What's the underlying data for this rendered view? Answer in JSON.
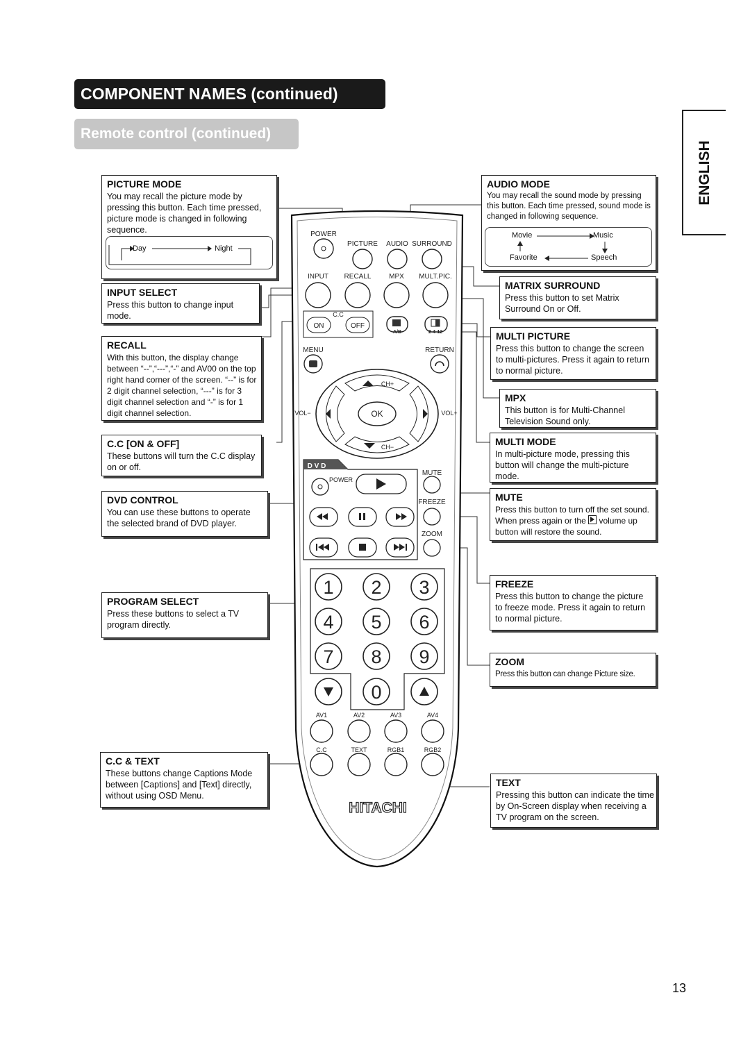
{
  "header": {
    "title": "COMPONENT NAMES (continued)",
    "subtitle": "Remote control (continued)"
  },
  "language_tab": "ENGLISH",
  "page_number": "13",
  "left_boxes": {
    "picture_mode": {
      "title": "PICTURE MODE",
      "desc": "You may recall the picture mode by pressing this button. Each time pressed, picture mode is changed in following sequence.",
      "flow_day": "Day",
      "flow_night": "Night"
    },
    "input_select": {
      "title": "INPUT SELECT",
      "desc": "Press this button to change input mode."
    },
    "recall": {
      "title": "RECALL",
      "desc": "With this button, the display change between “--”,“---”,“-” and AV00 on the top right hand corner of the screen. “--” is for 2 digit channel selection, “---” is for 3 digit channel selection and “-” is for 1 digit channel selection."
    },
    "cc_on_off": {
      "title": "C.C [ON & OFF]",
      "desc": "These buttons will turn the C.C display on or off."
    },
    "dvd_control": {
      "title": "DVD CONTROL",
      "desc": "You can use these buttons to operate the selected brand of DVD player."
    },
    "program_select": {
      "title": "PROGRAM SELECT",
      "desc": "Press these buttons to select a TV program directly."
    },
    "cc_text": {
      "title": "C.C & TEXT",
      "desc": "These buttons change Captions Mode between [Captions] and [Text] directly, without using OSD Menu."
    }
  },
  "right_boxes": {
    "audio_mode": {
      "title": "AUDIO MODE",
      "desc": "You may recall the sound mode by pressing this button. Each time pressed, sound mode is changed in following sequence.",
      "flow_movie": "Movie",
      "flow_music": "Music",
      "flow_favorite": "Favorite",
      "flow_speech": "Speech"
    },
    "matrix_surround": {
      "title": "MATRIX SURROUND",
      "desc": "Press this button to set Matrix Surround On or Off."
    },
    "multi_picture": {
      "title": "MULTI PICTURE",
      "desc": "Press this button to change the screen to multi-pictures. Press it again to return to normal picture."
    },
    "mpx": {
      "title": "MPX",
      "desc": "This button is for Multi-Channel Television Sound only."
    },
    "multi_mode": {
      "title": "MULTI MODE",
      "desc": "In multi-picture mode, pressing this button will change the multi-picture mode."
    },
    "mute": {
      "title": "MUTE",
      "desc_before": "Press this button to turn off the set sound. When press again or the",
      "desc_after": "volume up button will restore the sound."
    },
    "freeze": {
      "title": "FREEZE",
      "desc": "Press this button to change the picture to freeze mode. Press it again to return to normal picture."
    },
    "zoom": {
      "title": "ZOOM",
      "desc": "Press this button can change Picture size."
    },
    "text": {
      "title": "TEXT",
      "desc": "Pressing this button can indicate the time by On-Screen display when receiving a TV program on the screen."
    }
  },
  "remote": {
    "power": "POWER",
    "row1": [
      "PICTURE",
      "AUDIO",
      "SURROUND"
    ],
    "row2": [
      "INPUT",
      "RECALL",
      "MPX",
      "MULT.PIC."
    ],
    "cc_group": {
      "label": "C.C",
      "on": "ON",
      "off": "OFF"
    },
    "ab": "A/B",
    "multi_mode_label": "2-4-12",
    "menu": "MENU",
    "return": "RETURN",
    "ch_up": "CH+",
    "ch_down": "CH−",
    "vol_down": "VOL−",
    "vol_up": "VOL+",
    "ok": "OK",
    "dvd": "D V D",
    "dvd_power": "POWER",
    "mute": "MUTE",
    "freeze": "FREEZE",
    "zoom": "ZOOM",
    "digits": [
      "1",
      "2",
      "3",
      "4",
      "5",
      "6",
      "7",
      "8",
      "9",
      "0"
    ],
    "av_labels": [
      "AV1",
      "AV2",
      "AV3",
      "AV4"
    ],
    "bottom_labels": [
      "C.C",
      "TEXT",
      "RGB1",
      "RGB2"
    ],
    "brand": "HITACHI"
  }
}
